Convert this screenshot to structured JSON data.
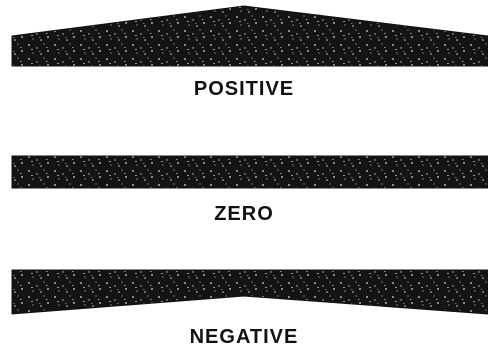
{
  "labels": {
    "positive": "POSITIVE",
    "zero": "ZERO",
    "negative": "NEGATIVE"
  },
  "colors": {
    "fill": "#141414",
    "speckle": "#ffffff"
  }
}
